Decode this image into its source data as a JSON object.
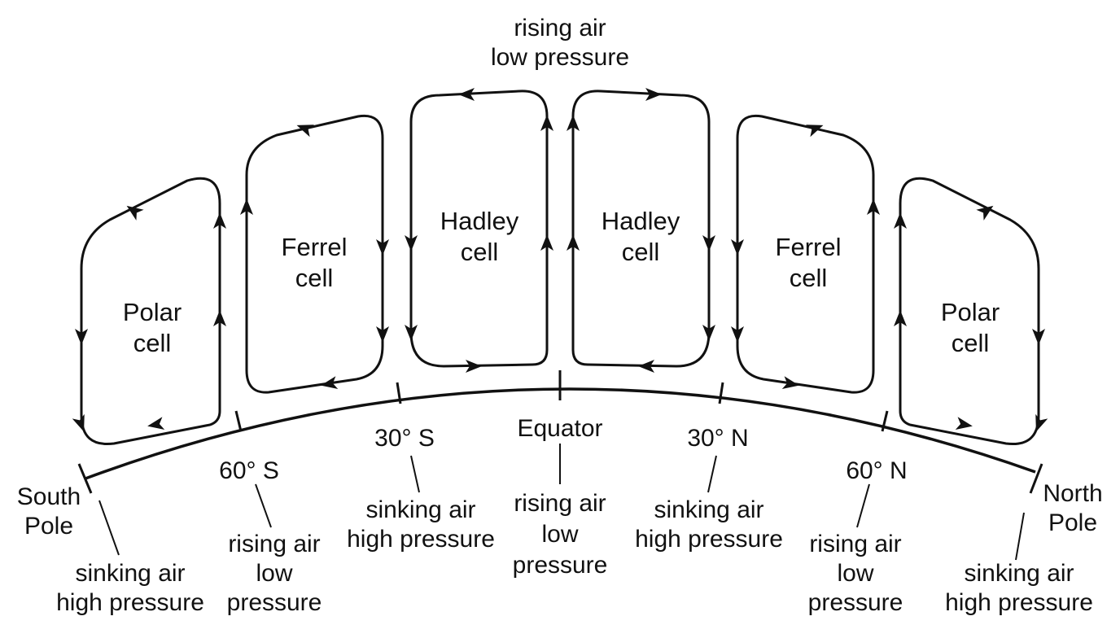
{
  "top": {
    "line1": "rising air",
    "line2": "low pressure"
  },
  "cells": [
    {
      "id": "polar-south",
      "line1": "Polar",
      "line2": "cell"
    },
    {
      "id": "ferrel-south",
      "line1": "Ferrel",
      "line2": "cell"
    },
    {
      "id": "hadley-south",
      "line1": "Hadley",
      "line2": "cell"
    },
    {
      "id": "hadley-north",
      "line1": "Hadley",
      "line2": "cell"
    },
    {
      "id": "ferrel-north",
      "line1": "Ferrel",
      "line2": "cell"
    },
    {
      "id": "polar-north",
      "line1": "Polar",
      "line2": "cell"
    }
  ],
  "latitudes": [
    {
      "id": "south-pole",
      "name": [
        "South",
        "Pole"
      ],
      "desc": [
        "sinking air",
        "high pressure"
      ]
    },
    {
      "id": "60s",
      "name": [
        "60° S"
      ],
      "desc": [
        "rising air",
        "low",
        "pressure"
      ]
    },
    {
      "id": "30s",
      "name": [
        "30° S"
      ],
      "desc": [
        "sinking air",
        "high pressure"
      ]
    },
    {
      "id": "equator",
      "name": [
        "Equator"
      ],
      "desc": [
        "rising air",
        "low",
        "pressure"
      ]
    },
    {
      "id": "30n",
      "name": [
        "30° N"
      ],
      "desc": [
        "sinking air",
        "high pressure"
      ]
    },
    {
      "id": "60n",
      "name": [
        "60° N"
      ],
      "desc": [
        "rising air",
        "low",
        "pressure"
      ]
    },
    {
      "id": "north-pole",
      "name": [
        "North",
        "Pole"
      ],
      "desc": [
        "sinking air",
        "high pressure"
      ]
    }
  ],
  "colors": {
    "ink": "#111111",
    "background": "#ffffff"
  }
}
